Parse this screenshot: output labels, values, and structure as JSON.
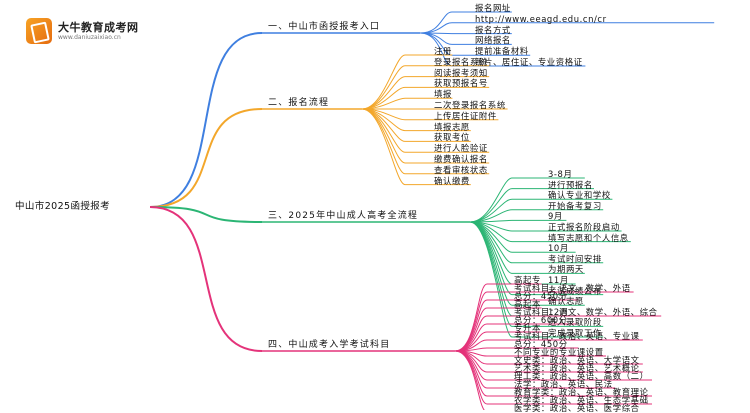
{
  "logo": {
    "title": "大牛教育成考网",
    "url": "www.daniuzaixiao.cn"
  },
  "root": "中山市2025函授报考",
  "colors": {
    "branch1": "#3f7fe0",
    "branch2": "#f3a72b",
    "branch3": "#2bb574",
    "branch4": "#e4337a"
  },
  "branches": [
    {
      "label": "一、中山市函授报考入口",
      "items": [
        "报名网址",
        "http://www.eeagd.edu.cn/cr",
        "报名方式",
        "网络报名",
        "提前准备材料",
        "照片、居住证、专业资格证"
      ]
    },
    {
      "label": "二、报名流程",
      "items": [
        "注册",
        "登录报名系统",
        "阅读报考须知",
        "获取预报名号",
        "填报",
        "二次登录报名系统",
        "上传居住证附件",
        "填报志愿",
        "获取考位",
        "进行人脸验证",
        "缴费确认报名",
        "查看审核状态",
        "确认缴费"
      ]
    },
    {
      "label": "三、2025年中山成人高考全流程",
      "items": [
        "3-8月",
        "进行预报名",
        "确认专业和学校",
        "开始备考复习",
        "9月",
        "正式报名阶段启动",
        "填写志愿和个人信息",
        "10月",
        "考试时间安排",
        "为期两天",
        "11月",
        "考试成绩公布",
        "确认志愿",
        "12月",
        "进入录取阶段",
        "完成录取工作"
      ]
    },
    {
      "label": "四、中山成考入学考试科目",
      "items": [
        "高起专",
        "考试科目：语文、数学、外语",
        "总分：450分",
        "高起本",
        "考试科目：语文、数学、外语、综合",
        "总分：600分",
        "专升本",
        "考试科目：政治、英语、专业课",
        "总分：450分",
        "不同专业的专业课设置",
        "文史类：政治、英语、大学语文",
        "艺术类：政治、英语、艺术概论",
        "理工类：政治、英语、高数（二）",
        "法学：政治、英语、民法",
        "教育学类：政治、英语、教育理论",
        "农学类：政治、英语、生态学基础",
        "医学类：政治、英语、医学综合"
      ]
    }
  ]
}
